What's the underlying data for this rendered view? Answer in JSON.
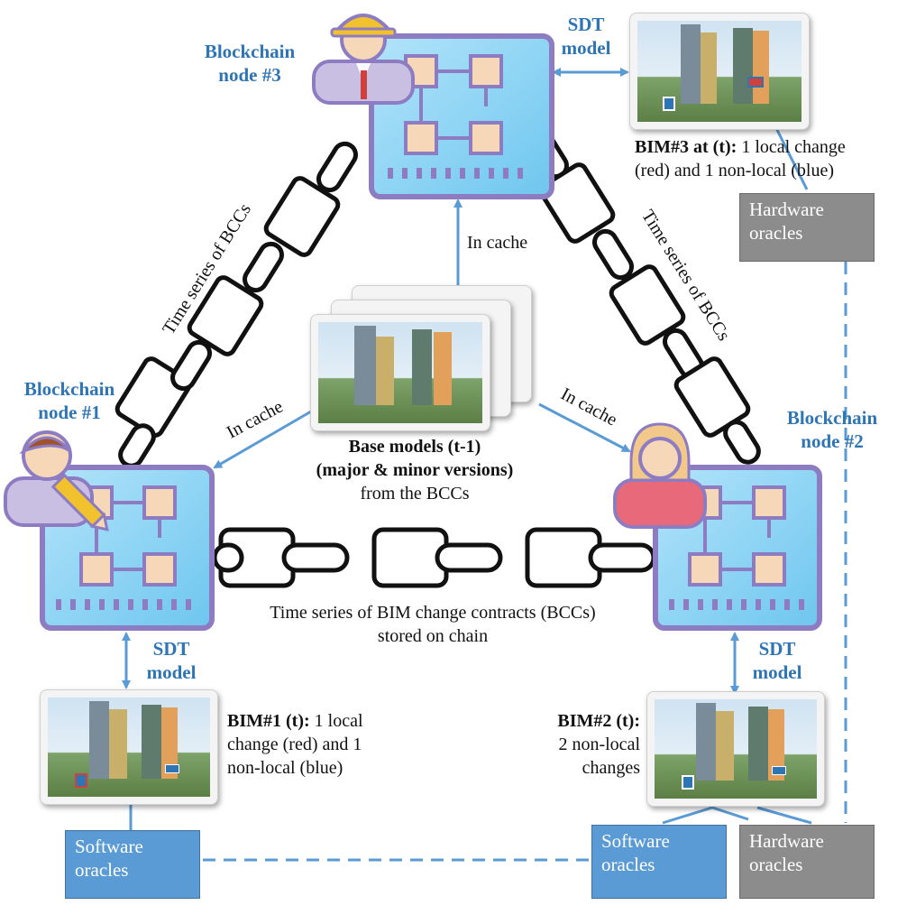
{
  "nodes": {
    "node1": {
      "line1": "Blockchain",
      "line2": "node #1"
    },
    "node2": {
      "line1": "Blockchain",
      "line2": "node #2"
    },
    "node3": {
      "line1": "Blockchain",
      "line2": "node #3"
    }
  },
  "sdt": {
    "s1": {
      "line1": "SDT",
      "line2": "model"
    },
    "s2": {
      "line1": "SDT",
      "line2": "model"
    },
    "s3": {
      "line1": "SDT",
      "line2": "model"
    }
  },
  "chains": {
    "left": "Time series of BCCs",
    "right": "Time series of BCCs",
    "bottom_line1": "Time series of BIM change contracts (BCCs)",
    "bottom_line2": "stored on chain"
  },
  "cache": {
    "top": "In cache",
    "left": "In cache",
    "right": "In cache"
  },
  "base": {
    "line1": "Base models (t-1)",
    "line2": "(major & minor versions)",
    "line3": "from the BCCs"
  },
  "bim": {
    "bim3": {
      "bold": "BIM#3 at (t):",
      "rest1": " 1 local change",
      "line2": "(red) and 1 non-local (blue)"
    },
    "bim1": {
      "bold": "BIM#1 (t):",
      "rest1": " 1 local",
      "line2": "change (red) and 1",
      "line3": "non-local (blue)"
    },
    "bim2": {
      "bold": "BIM#2 (t):",
      "line2": "2 non-local",
      "line3": "changes"
    }
  },
  "oracles": {
    "hw_top": {
      "line1": "Hardware",
      "line2": "oracles"
    },
    "sw_left": {
      "line1": "Software",
      "line2": "oracles"
    },
    "sw_right": {
      "line1": "Software",
      "line2": "oracles"
    },
    "hw_right": {
      "line1": "Hardware",
      "line2": "oracles"
    }
  },
  "colors": {
    "accent": "#2e75b6",
    "chip": "#8fd3f4",
    "chip_border": "#8e7cc3",
    "software": "#5b9bd5",
    "hardware": "#8c8c8c"
  }
}
